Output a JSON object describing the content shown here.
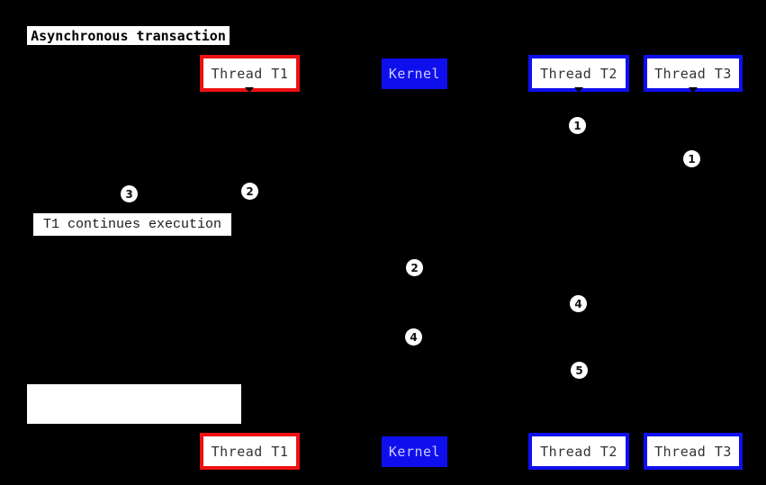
{
  "colors": {
    "background": "#000000",
    "thread_t1_border": "#ee1111",
    "thread_t2_t3_border": "#0f0fee",
    "kernel_fill": "#0f0fee",
    "kernel_text": "#ccccff",
    "actor_text": "#333333",
    "box_fill": "#ffffff"
  },
  "diagram": {
    "title": "Asynchronous transaction",
    "note": "T1 continues execution",
    "actors": [
      {
        "label": "Thread T1"
      },
      {
        "label": "Kernel"
      },
      {
        "label": "Thread T2"
      },
      {
        "label": "Thread T3"
      }
    ],
    "badges": [
      {
        "number": "1"
      },
      {
        "number": "1"
      },
      {
        "number": "2"
      },
      {
        "number": "3"
      },
      {
        "number": "2"
      },
      {
        "number": "4"
      },
      {
        "number": "4"
      },
      {
        "number": "5"
      }
    ]
  }
}
